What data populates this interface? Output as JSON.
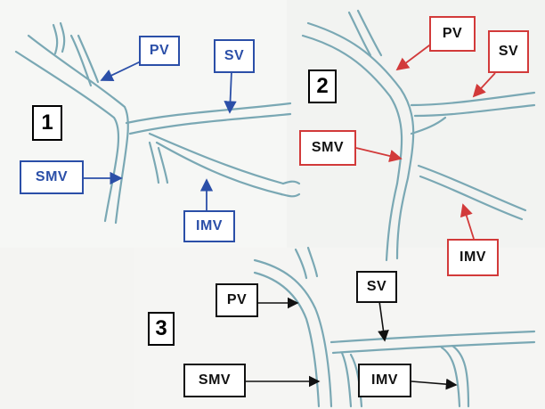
{
  "colors": {
    "vessel_stroke": "#7aa8b4",
    "panel1_label": "#2b4fa8",
    "panel2_label": "#d23a3a",
    "panel3_label": "#111111"
  },
  "panels": [
    {
      "number": "1",
      "labels": {
        "pv": "PV",
        "sv": "SV",
        "smv": "SMV",
        "imv": "IMV"
      }
    },
    {
      "number": "2",
      "labels": {
        "pv": "PV",
        "sv": "SV",
        "smv": "SMV",
        "imv": "IMV"
      }
    },
    {
      "number": "3",
      "labels": {
        "pv": "PV",
        "sv": "SV",
        "smv": "SMV",
        "imv": "IMV"
      }
    }
  ]
}
